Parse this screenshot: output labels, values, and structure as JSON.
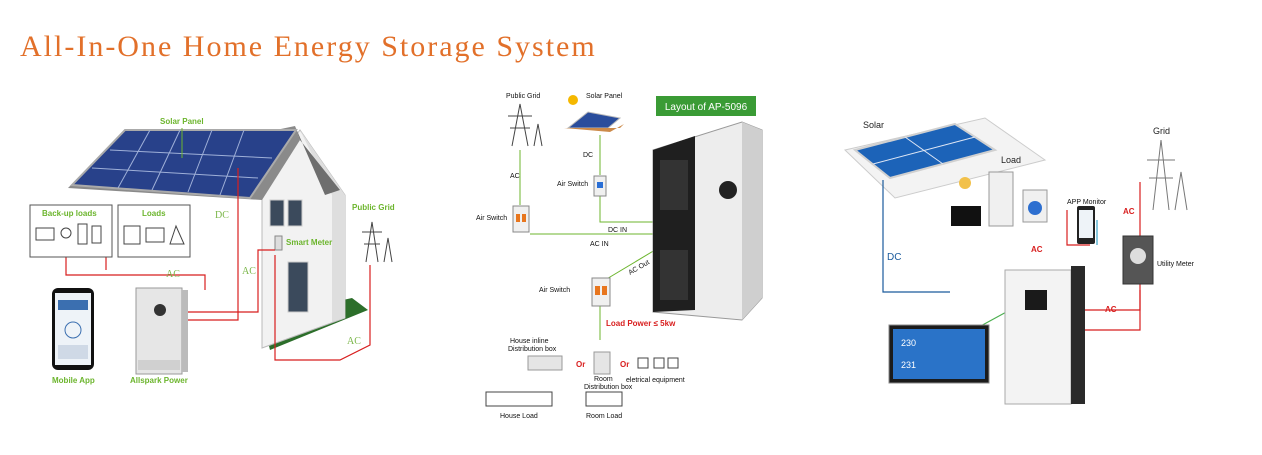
{
  "title": "All-In-One Home Energy Storage System",
  "diagram1": {
    "solar_panel": "Solar Panel",
    "backup_loads": "Back-up loads",
    "loads": "Loads",
    "dc": "DC",
    "ac_1": "AC",
    "ac_2": "AC",
    "ac_3": "AC",
    "smart_meter": "Smart Meter",
    "public_grid": "Public Grid",
    "mobile_app": "Mobile App",
    "allspark_power": "Allspark Power"
  },
  "diagram2": {
    "public_grid": "Public Grid",
    "solar_panel": "Solar Panel",
    "layout_label": "Layout of AP-5096",
    "ac": "AC",
    "dc": "DC",
    "air_switch_1": "Air Switch",
    "air_switch_2": "Air Switch",
    "air_switch_3": "Air Switch",
    "dc_in": "DC IN",
    "ac_in": "AC IN",
    "ac_out": "AC Out",
    "load_power": "Load Power ≤ 5kw",
    "house_inline_line1": "House inline",
    "house_inline_line2": "Distribution box",
    "room_line1": "Room",
    "room_line2": "Distribution box",
    "or_1": "Or",
    "or_2": "Or",
    "electrical_equipment": "eletrical equipment",
    "house_load": "House Load",
    "room_load": "Room Load"
  },
  "diagram3": {
    "solar": "Solar",
    "load": "Load",
    "grid": "Grid",
    "app_monitor": "APP Monitor",
    "dc": "DC",
    "ac_1": "AC",
    "ac_2": "AC",
    "ac_3": "AC",
    "utility_meter": "Utility Meter",
    "display_value_1": "230",
    "display_value_2": "231"
  },
  "colors": {
    "title": "#e2702a",
    "label_green": "#6cb52d",
    "wire_red": "#d81e1e",
    "wire_blue": "#1a5a9c",
    "layout_badge": "#3a9b35"
  }
}
